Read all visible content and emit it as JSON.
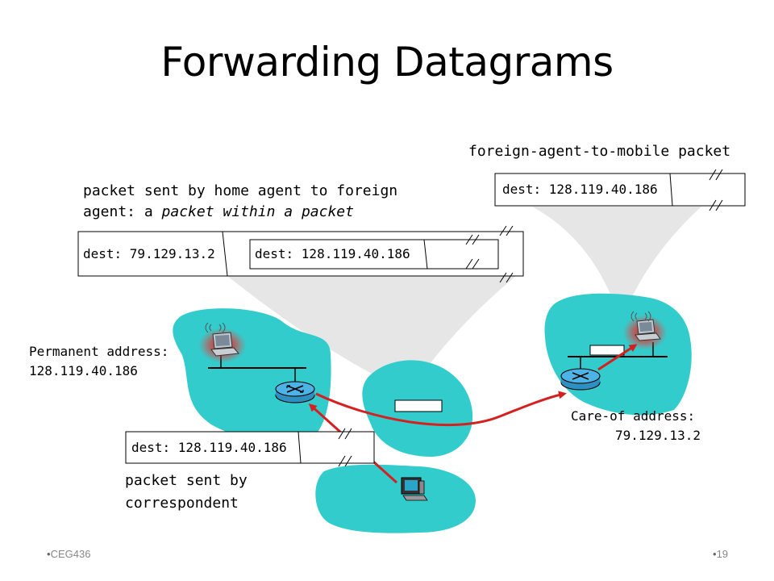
{
  "slide": {
    "title": "Forwarding Datagrams",
    "footer_left": "CEG436",
    "footer_right": "19"
  },
  "labels": {
    "foreign_to_mobile": "foreign-agent-to-mobile packet",
    "home_to_foreign_line1": "packet sent by home agent to foreign",
    "home_to_foreign_line2_prefix": "agent: a ",
    "home_to_foreign_line2_italic": "packet within a packet",
    "permanent_address_label": "Permanent address:",
    "permanent_address_value": "128.119.40.186",
    "care_of_address_label": "Care-of address:",
    "care_of_address_value": "79.129.13.2",
    "correspondent_line1": "packet sent by",
    "correspondent_line2": "correspondent"
  },
  "packets": {
    "foreign_to_mobile": {
      "dest": "dest: 128.119.40.186"
    },
    "home_to_foreign": {
      "outer_dest": "dest: 79.129.13.2",
      "inner_dest": "dest: 128.119.40.186"
    },
    "correspondent": {
      "dest": "dest: 128.119.40.186"
    }
  },
  "colors": {
    "network_fill": "#33cccc",
    "speech_fill": "#e6e6e6",
    "path_red": "#d62020",
    "link_line": "#000000",
    "router_fill": "#4db3e6"
  },
  "icons": [
    "laptop-icon",
    "router-icon",
    "desktop-computer-icon",
    "wireless-waves-icon"
  ]
}
